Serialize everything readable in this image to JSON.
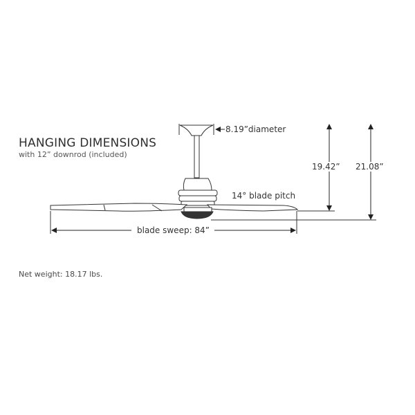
{
  "heading": {
    "title": "HANGING DIMENSIONS",
    "subtitle": "with 12” downrod (included)"
  },
  "labels": {
    "canopy_diameter": "8.19”diameter",
    "height_to_blade": "19.42”",
    "height_to_bottom": "21.08”",
    "blade_pitch": "14° blade pitch",
    "blade_sweep": "blade sweep: 84”"
  },
  "footer": {
    "net_weight": "Net weight: 18.17 lbs."
  }
}
